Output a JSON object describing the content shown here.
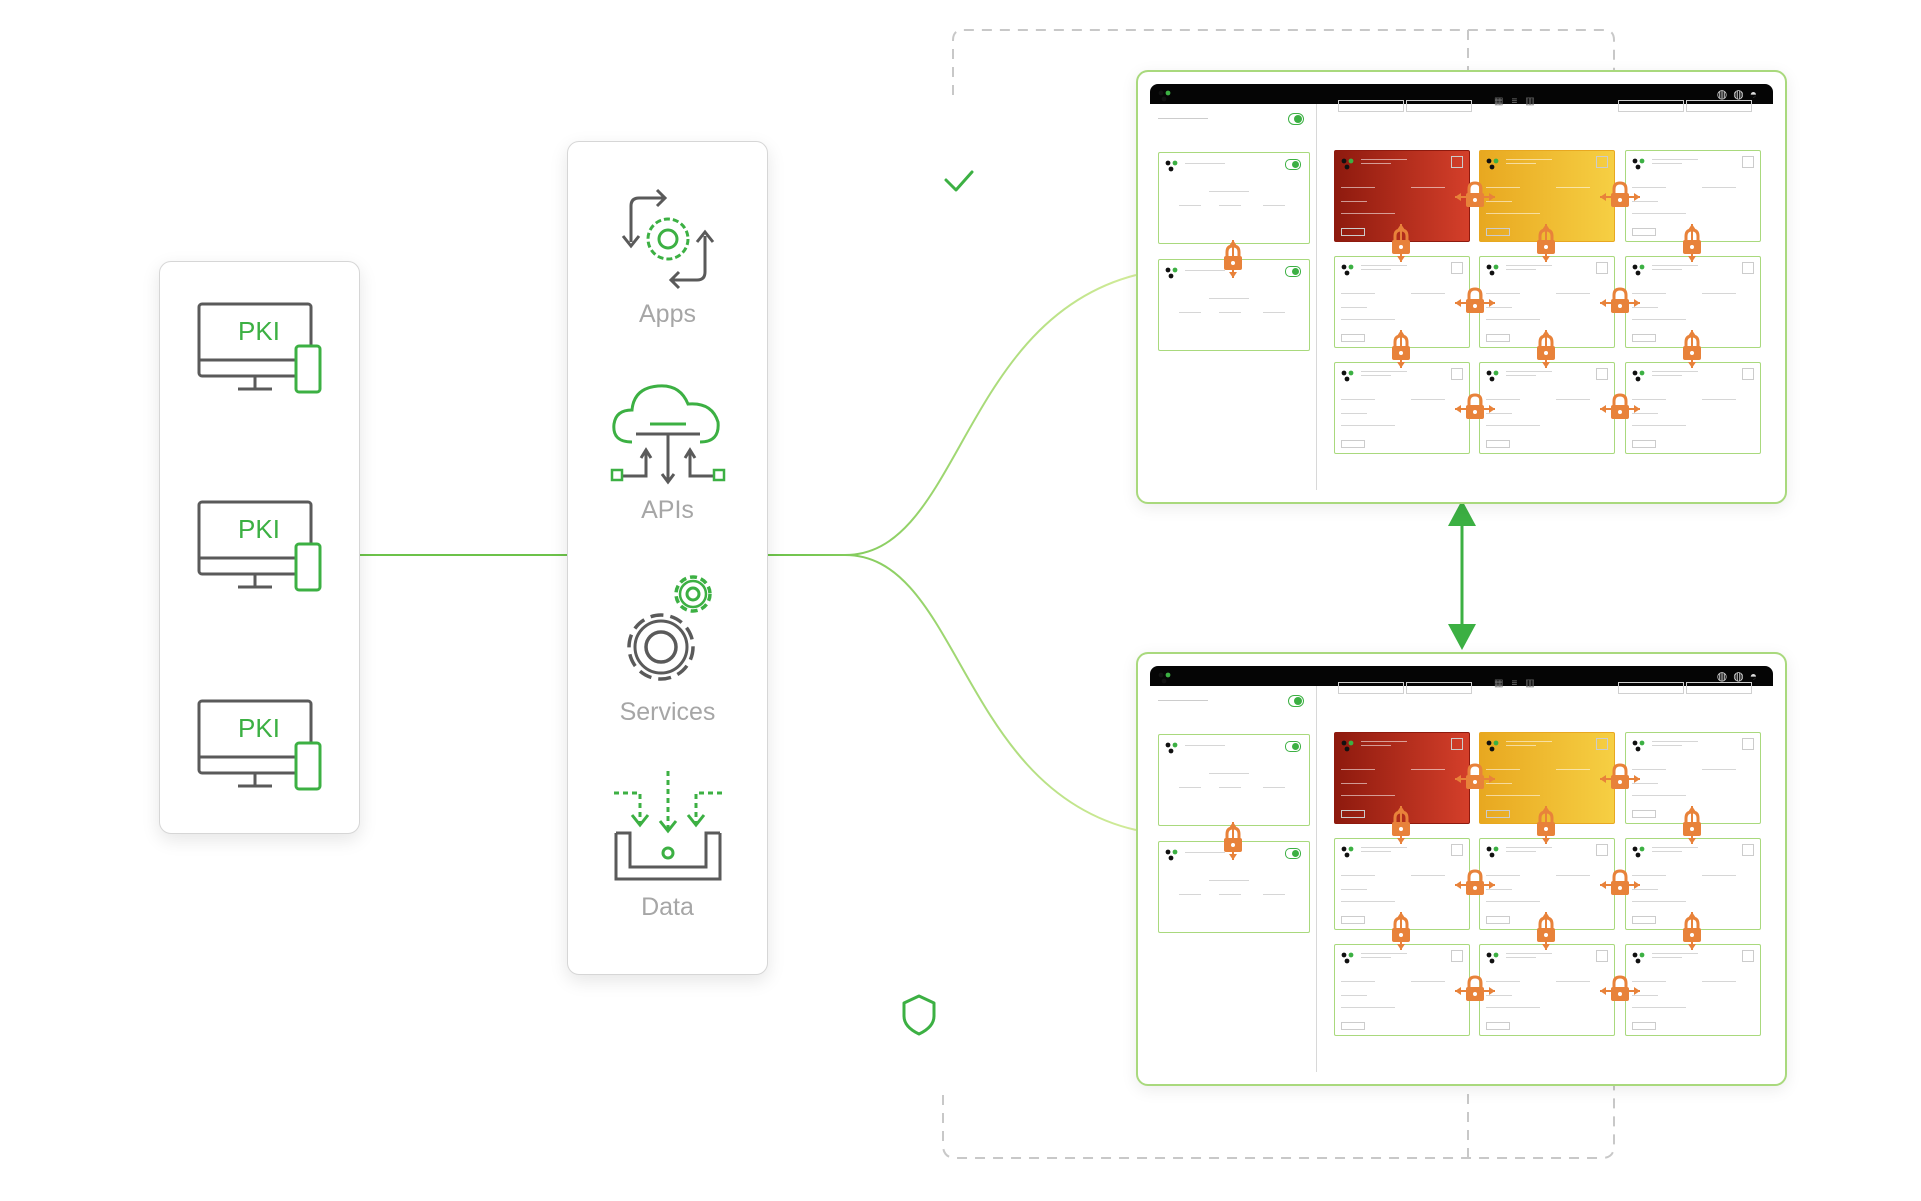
{
  "pki_devices": [
    {
      "label": "PKI"
    },
    {
      "label": "PKI"
    },
    {
      "label": "PKI"
    }
  ],
  "services": [
    {
      "label": "Apps",
      "icon": "apps-cycle-gear-icon"
    },
    {
      "label": "APIs",
      "icon": "cloud-api-icon"
    },
    {
      "label": "Services",
      "icon": "gears-icon"
    },
    {
      "label": "Data",
      "icon": "data-inbox-icon"
    }
  ],
  "colors": {
    "accent_green": "#3cb043",
    "line_green": "#8fd16a",
    "lock_orange": "#e8823a",
    "card_red": "#b3271a",
    "card_yellow": "#f0bb2c",
    "icon_gray": "#5a5a5a",
    "label_gray": "#a6a6a6"
  },
  "dashboards": [
    {
      "id": "top",
      "card_states": [
        "red",
        "yellow",
        "normal",
        "normal",
        "normal",
        "normal",
        "normal",
        "normal",
        "normal"
      ]
    },
    {
      "id": "bottom",
      "card_states": [
        "red",
        "yellow",
        "normal",
        "normal",
        "normal",
        "normal",
        "normal",
        "normal",
        "normal"
      ]
    }
  ],
  "decor": {
    "check_icon": "check-icon",
    "shield_icon": "shield-icon",
    "sync_arrow": "bidirectional-arrow-icon"
  }
}
